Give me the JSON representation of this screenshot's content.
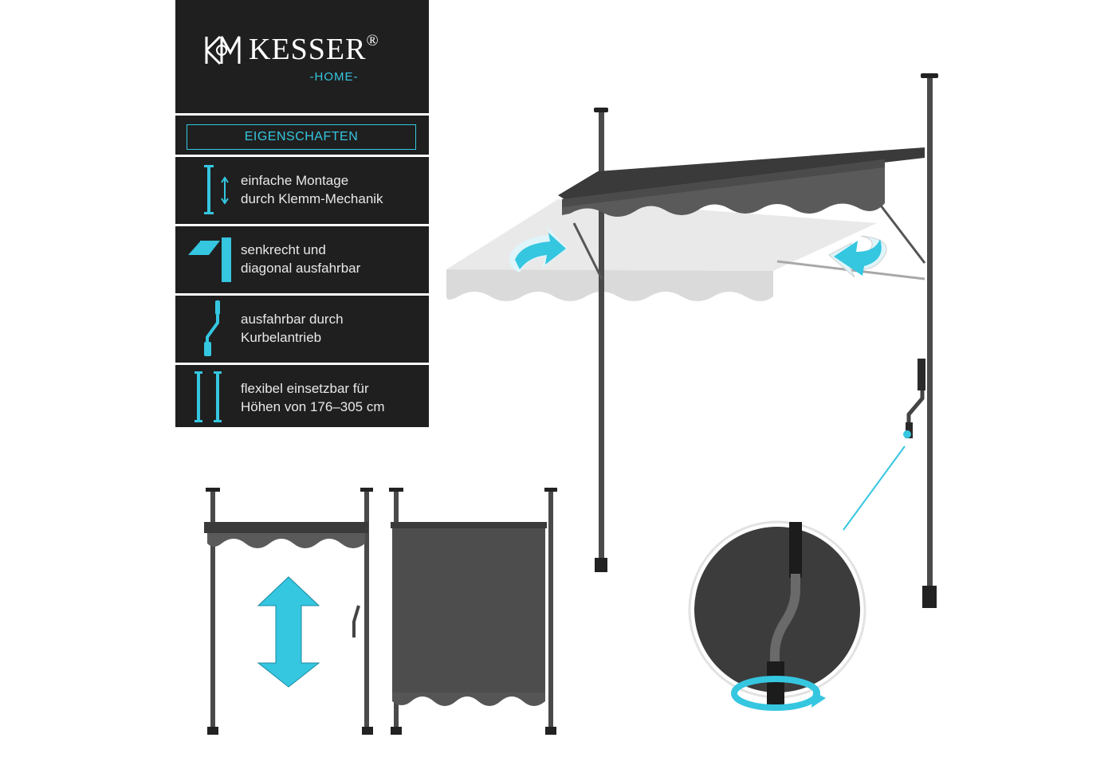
{
  "brand": {
    "name": "KESSER",
    "registered": "®",
    "sub": "-HOME-",
    "mark": "KM"
  },
  "properties_title": "EIGENSCHAFTEN",
  "features": [
    {
      "line1": "einfache Montage",
      "line2": "durch Klemm-Mechanik",
      "icon": "clamp-pole-icon"
    },
    {
      "line1": "senkrecht und",
      "line2": "diagonal ausfahrbar",
      "icon": "vertical-diagonal-icon"
    },
    {
      "line1": "ausfahrbar durch",
      "line2": "Kurbelantrieb",
      "icon": "crank-icon"
    },
    {
      "line1": "flexibel einsetzbar für",
      "line2": "Höhen von 176–305 cm",
      "icon": "height-poles-icon"
    }
  ],
  "colors": {
    "accent": "#35c6e0",
    "panel": "#1f1f1f",
    "fabric": "#5a5a5a",
    "pole": "#4a4a4a"
  }
}
